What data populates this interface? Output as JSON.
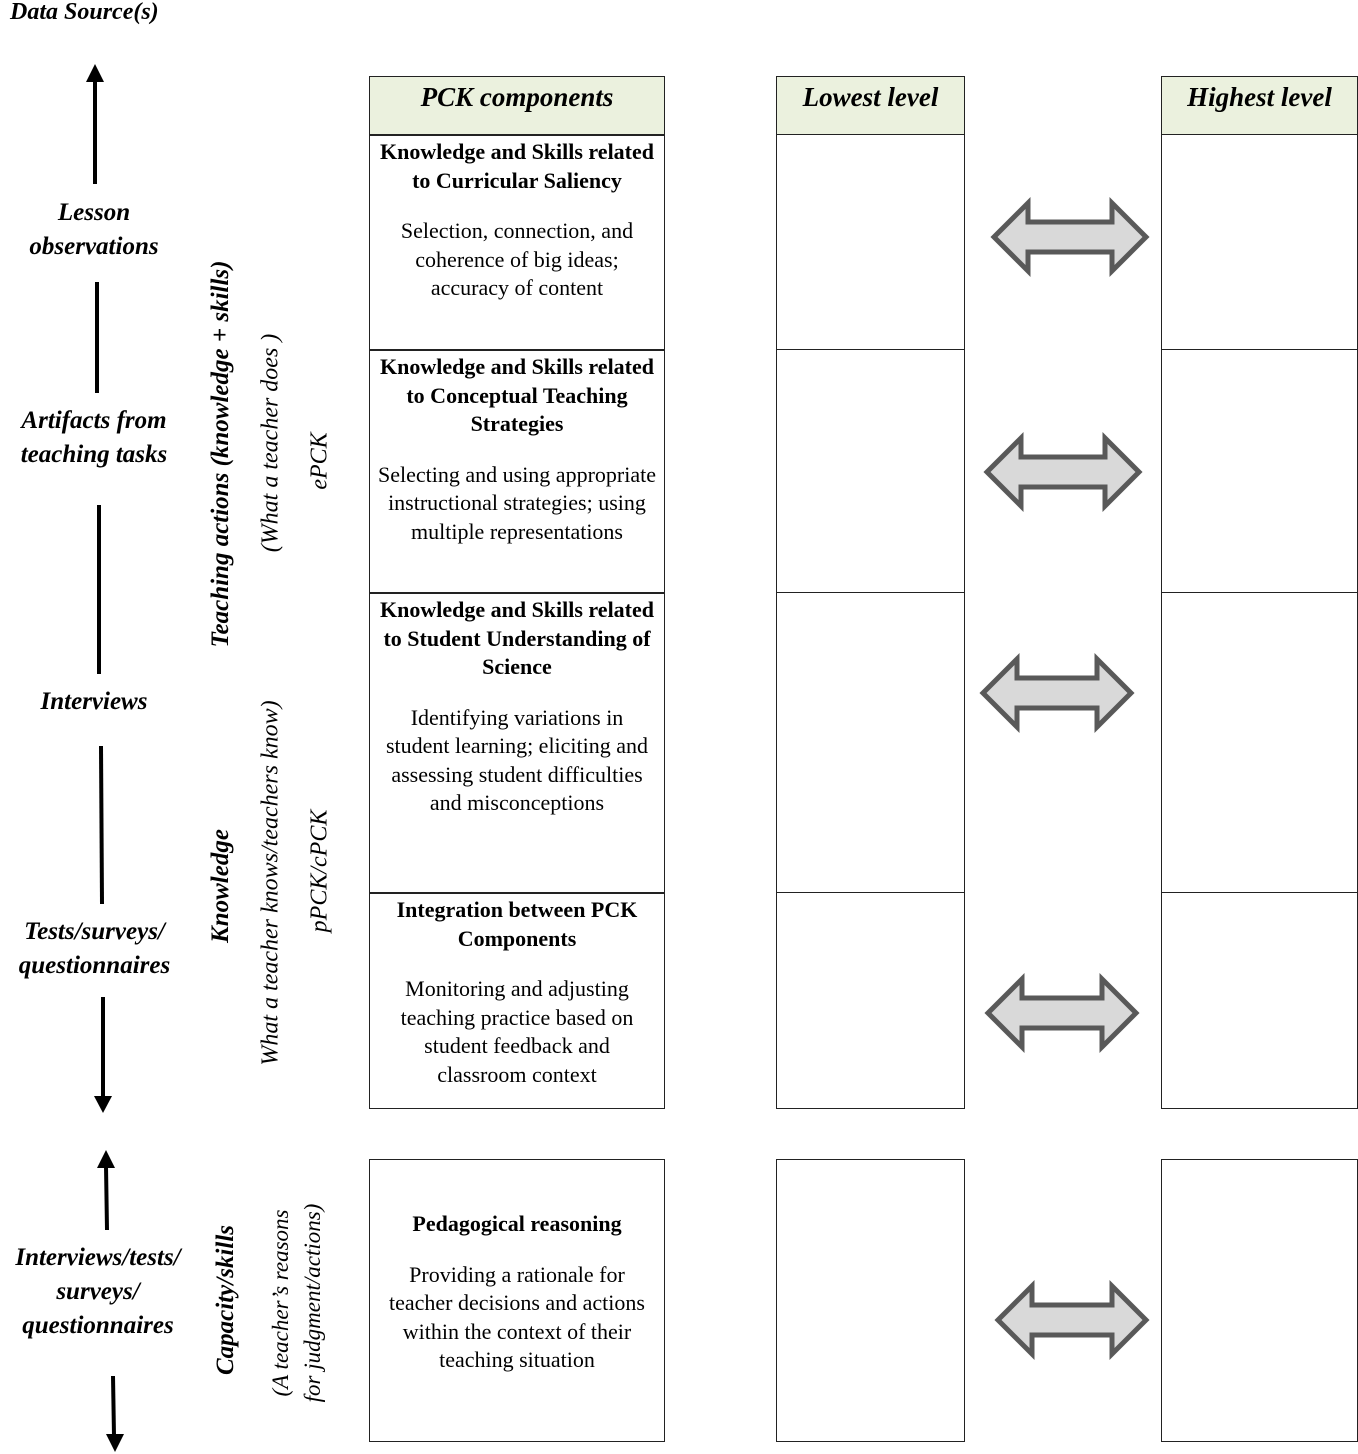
{
  "data_sources": {
    "title": "Data Source(s)",
    "lesson_observations": "Lesson observations",
    "artifacts": "Artifacts from teaching tasks",
    "interviews": "Interviews",
    "tests": "Tests/surveys/ questionnaires",
    "interviews_tests": "Interviews/tests/ surveys/ questionnaires"
  },
  "vertical_labels": {
    "teaching_actions": "Teaching actions (knowledge + skills)",
    "what_teacher_does": "(What a teacher does )",
    "epck": "ePCK",
    "knowledge": "Knowledge",
    "what_teacher_knows": "What a teacher knows/teachers know)",
    "ppck": "pPCK/cPCK",
    "capacity": "Capacity/skills",
    "reasons_line1": "(A teacher’s reasons",
    "reasons_line2": "for judgment/actions)"
  },
  "columns": {
    "pck": "PCK components",
    "lowest": "Lowest level",
    "highest": "Highest level"
  },
  "components": [
    {
      "title": "Knowledge and Skills related to Curricular Saliency",
      "desc": "Selection, connection, and coherence of big ideas; accuracy of content"
    },
    {
      "title": "Knowledge and Skills related to Conceptual Teaching Strategies",
      "desc": "Selecting and using appropriate instructional strategies; using multiple representations"
    },
    {
      "title": "Knowledge and Skills related to Student Understanding of Science",
      "desc": "Identifying variations in student learning; eliciting and assessing student difficulties and misconceptions"
    },
    {
      "title": "Integration between PCK Components",
      "desc": "Monitoring and adjusting teaching practice based on student feedback and classroom context"
    },
    {
      "title": "Pedagogical reasoning",
      "desc": "Providing a rationale for teacher decisions and actions within the context of their teaching situation"
    }
  ],
  "colors": {
    "header_fill": "#ebf1de",
    "arrow_fill": "#d9d9d9",
    "arrow_stroke": "#595959"
  }
}
